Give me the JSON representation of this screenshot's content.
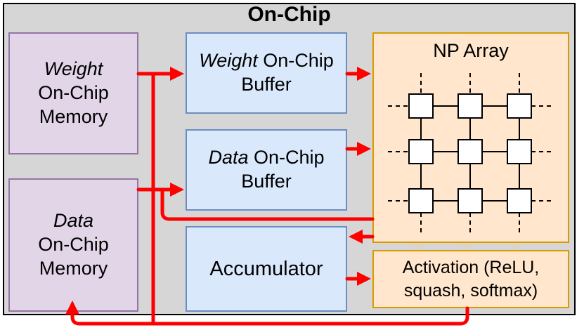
{
  "title": "On-Chip",
  "weight_memory": {
    "line1": "Weight",
    "line2": "On-Chip",
    "line3": "Memory"
  },
  "data_memory": {
    "line1": "Data",
    "line2": "On-Chip",
    "line3": "Memory"
  },
  "weight_buffer": {
    "line1_italic": "Weight",
    "line1_rest": " On-Chip",
    "line2": "Buffer"
  },
  "data_buffer": {
    "line1_italic": "Data",
    "line1_rest": " On-Chip",
    "line2": "Buffer"
  },
  "np_array": {
    "label": "NP Array",
    "null_labels": [
      "Null",
      "Null",
      "Null"
    ]
  },
  "accumulator": {
    "label": "Accumulator"
  },
  "activation": {
    "line1": "Activation (ReLU,",
    "line2": "squash, softmax)"
  },
  "colors": {
    "arrow": "#ff0000",
    "memory_fill": "#e1d5e7",
    "memory_border": "#9673a6",
    "buffer_fill": "#dae8fc",
    "buffer_border": "#6c8ebf",
    "np_fill": "#ffe6cc",
    "np_border": "#d79b00",
    "chip_fill": "#d6d6d6"
  },
  "np_grid": {
    "rows": 3,
    "cols": 3
  }
}
